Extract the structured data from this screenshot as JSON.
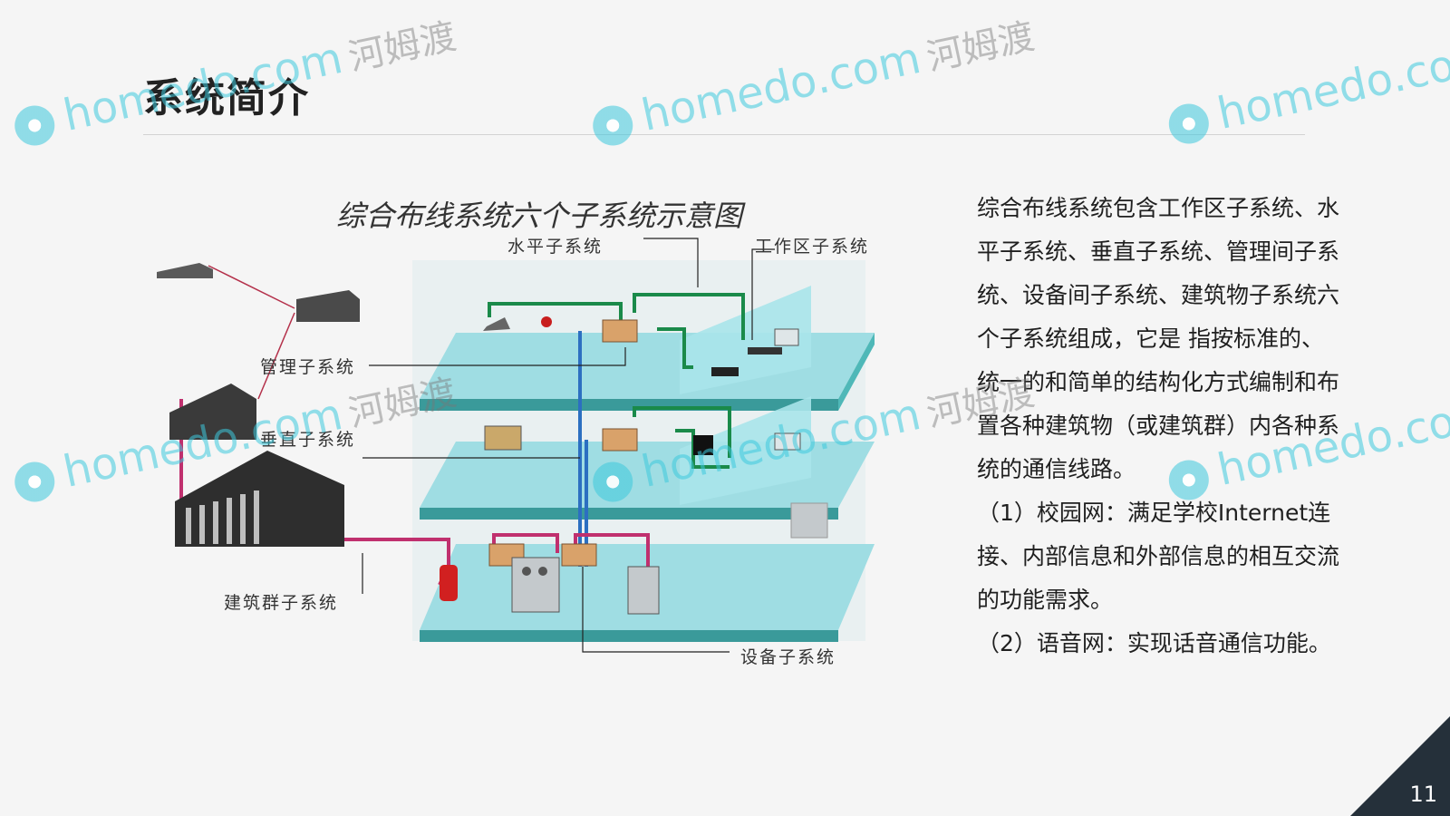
{
  "slide": {
    "title": "系统简介",
    "page_number": "11"
  },
  "diagram": {
    "title": "综合布线系统六个子系统示意图",
    "labels": {
      "horizontal": "水平子系统",
      "work_area": "工作区子系统",
      "management": "管理子系统",
      "vertical": "垂直子系统",
      "campus": "建筑群子系统",
      "equipment": "设备子系统"
    }
  },
  "body": {
    "paragraph1": "综合布线系统包含工作区子系统、水平子系统、垂直子系统、管理间子系统、设备间子系统、建筑物子系统六个子系统组成，它是 指按标准的、统一的和简单的结构化方式编制和布置各种建筑物（或建筑群）内各种系统的通信线路。",
    "item1": "（1）校园网：满足学校Internet连接、内部信息和外部信息的相互交流的功能需求。",
    "item2": "（2）语音网：实现话音通信功能。"
  },
  "watermark": {
    "brand": "homedo.com",
    "chinese": "河姆渡"
  },
  "colors": {
    "floor": "#4fb8b8",
    "wall": "#a8e4ea",
    "cable_green": "#1a8a4a",
    "cable_blue": "#2c6fc1",
    "cable_magenta": "#c0306e",
    "corner": "#25303a"
  }
}
